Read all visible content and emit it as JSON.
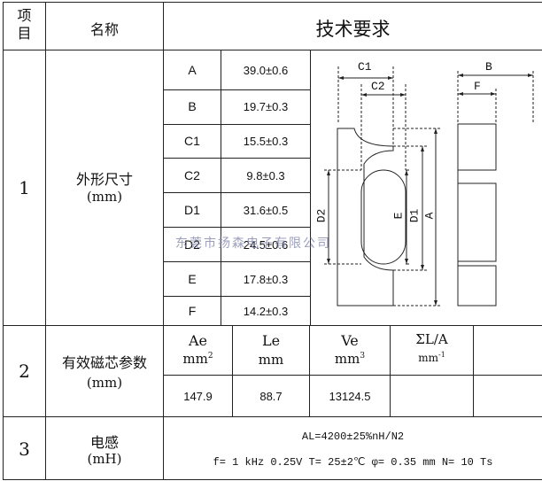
{
  "header": {
    "item_no": "项\n目",
    "name": "名称",
    "requirements": "技术要求"
  },
  "row1": {
    "no": "1",
    "name": "外形尺寸",
    "unit": "(mm)",
    "dims": [
      {
        "key": "A",
        "value": "39.0±0.6"
      },
      {
        "key": "B",
        "value": "19.7±0.3"
      },
      {
        "key": "C1",
        "value": "15.5±0.3"
      },
      {
        "key": "C2",
        "value": "9.8±0.3"
      },
      {
        "key": "D1",
        "value": "31.6±0.5"
      },
      {
        "key": "D2",
        "value": "24.5±0.6"
      },
      {
        "key": "E",
        "value": "17.8±0.3"
      },
      {
        "key": "F",
        "value": "14.2±0.3"
      }
    ],
    "drawing_labels": {
      "c1": "C1",
      "c2": "C2",
      "b": "B",
      "f": "F",
      "d2": "D2",
      "e": "E",
      "d1": "D1",
      "a": "A"
    }
  },
  "row2": {
    "no": "2",
    "name": "有效磁芯参数",
    "unit": "(mm)",
    "params": [
      {
        "name": "Ae",
        "unit": "mm",
        "sup": "2",
        "value": "147.9"
      },
      {
        "name": "Le",
        "unit": "mm",
        "sup": "",
        "value": "88.7"
      },
      {
        "name": "Ve",
        "unit": "mm",
        "sup": "3",
        "value": "13124.5"
      },
      {
        "name": "ΣL/A",
        "unit": "mm",
        "sup": "-1",
        "value": ""
      }
    ]
  },
  "row3": {
    "no": "3",
    "name": "电感",
    "unit": "(mH)",
    "al": "AL=4200±25%nH/N2",
    "conditions": "f= 1 kHz 0.25V T= 25±2℃ φ= 0.35 mm N= 10 Ts"
  },
  "watermark": "东莞市扬森电子有限公司"
}
